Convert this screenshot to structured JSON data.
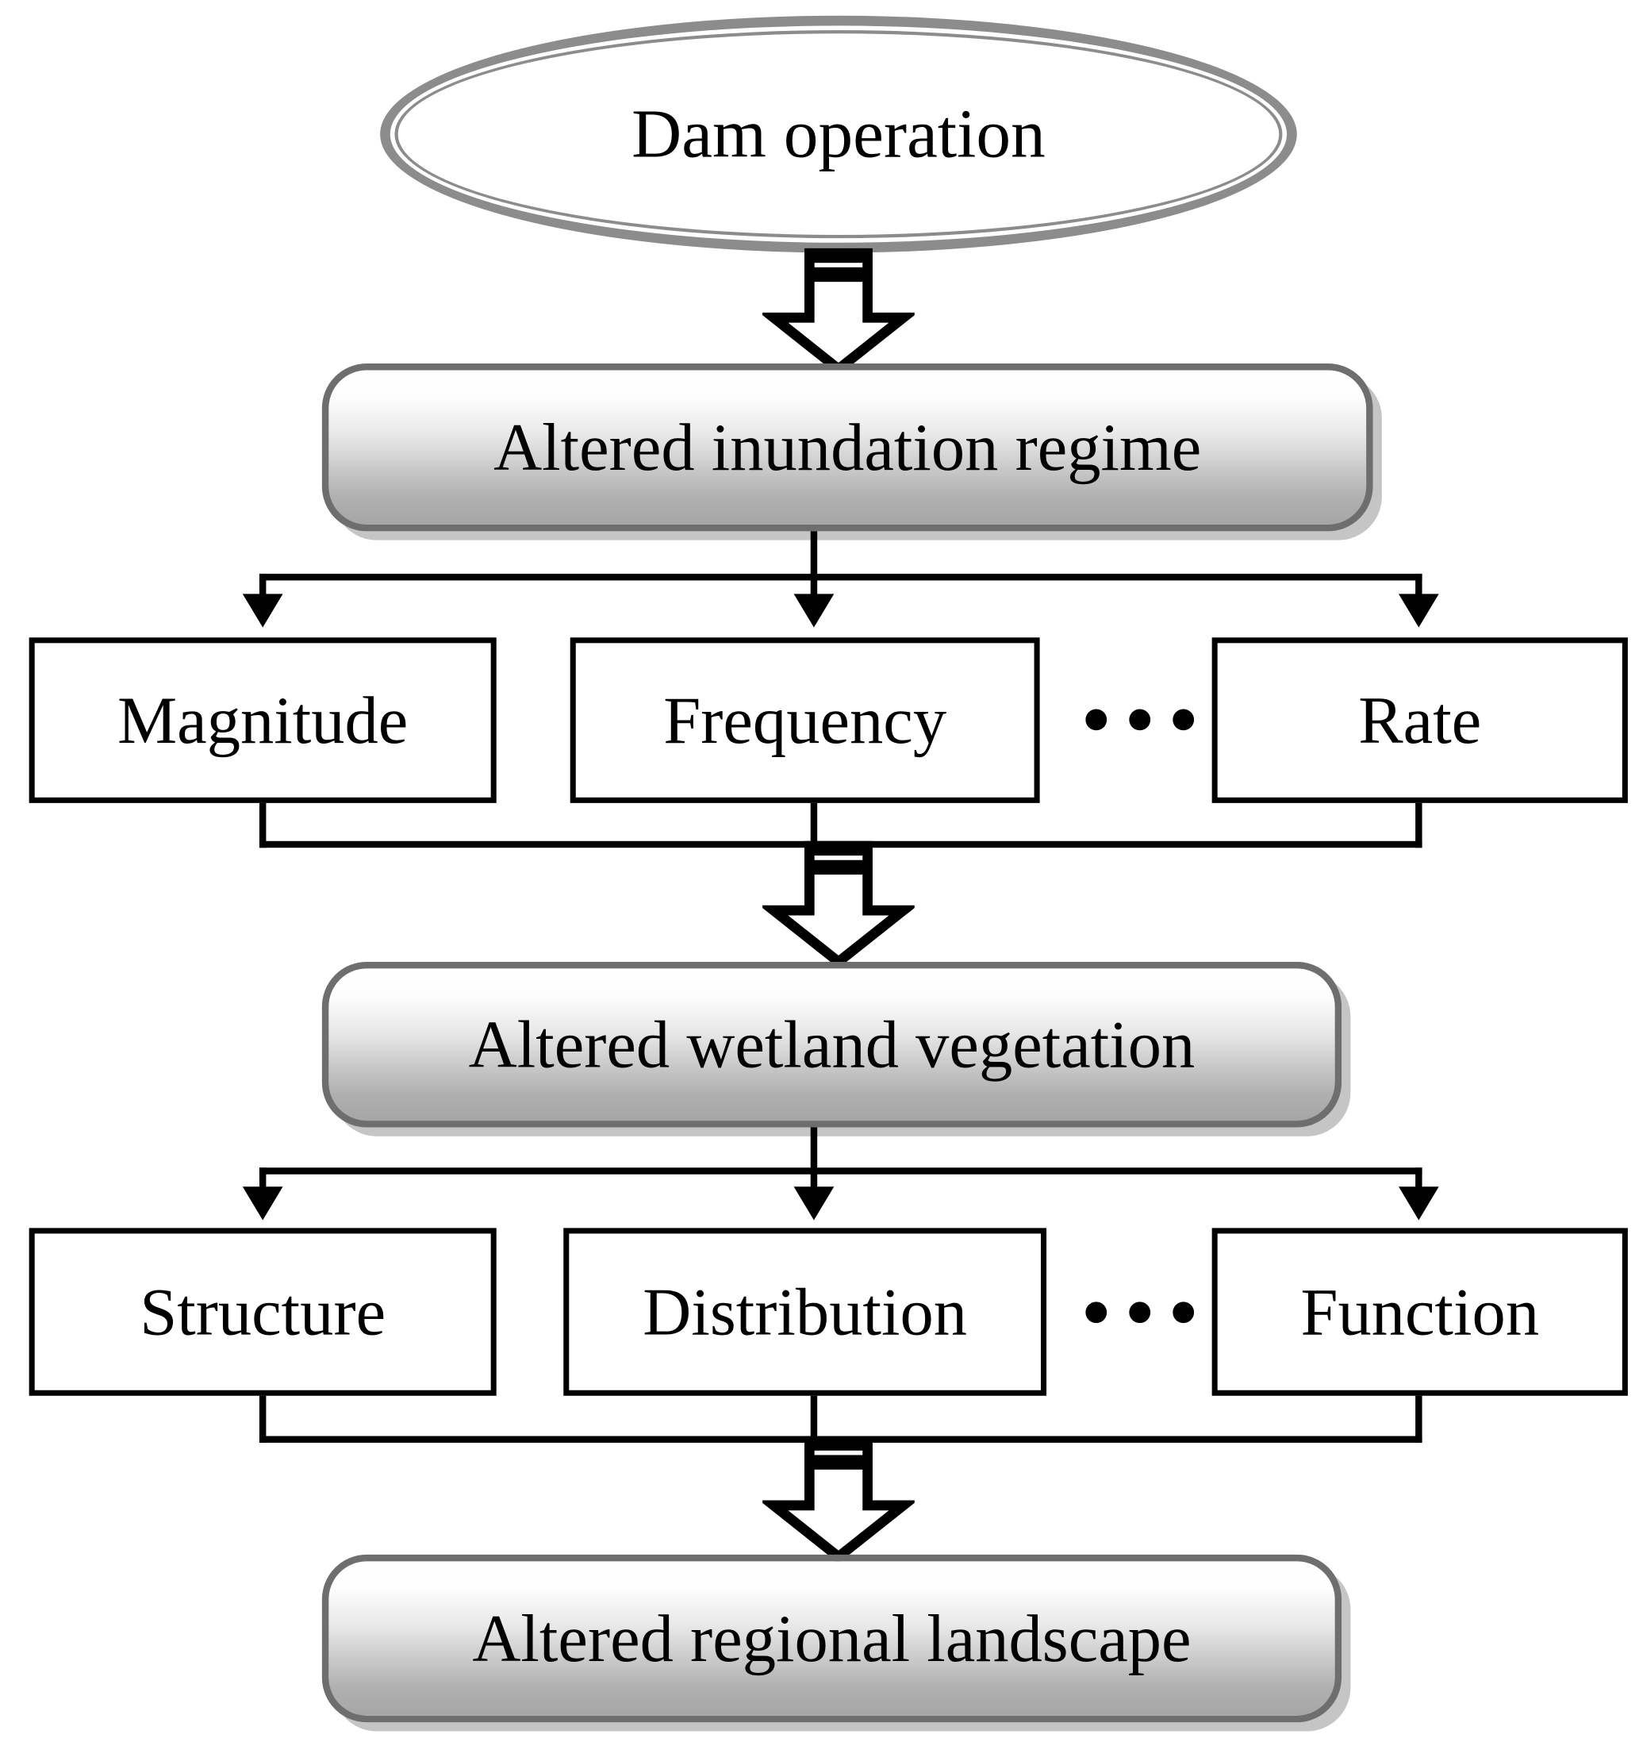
{
  "diagram": {
    "title": "Dam operation impact cascade flowchart",
    "background_color": "#ffffff",
    "text_color": "#000000",
    "accent_gray": "#8c8c8c",
    "box_border_gray": "#6e6e6e",
    "line_color": "#000000"
  },
  "nodes": {
    "start": {
      "label": "Dam operation",
      "shape": "ellipse"
    },
    "stage1": {
      "label": "Altered inundation regime",
      "shape": "rounded-rectangle"
    },
    "stage2": {
      "label": "Altered wetland vegetation",
      "shape": "rounded-rectangle"
    },
    "stage3": {
      "label": "Altered regional landscape",
      "shape": "rounded-rectangle"
    }
  },
  "row1": {
    "items": [
      {
        "label": "Magnitude"
      },
      {
        "label": "Frequency"
      },
      {
        "label": "Rate"
      }
    ],
    "ellipsis": "⋯"
  },
  "row2": {
    "items": [
      {
        "label": "Structure"
      },
      {
        "label": "Distribution"
      },
      {
        "label": "Function"
      }
    ],
    "ellipsis": "⋯"
  },
  "chart_data": {
    "type": "diagram",
    "title": "Dam operation impact cascade flowchart",
    "layers": [
      {
        "level": 0,
        "kind": "ellipse",
        "nodes": [
          "Dam operation"
        ]
      },
      {
        "level": 1,
        "kind": "rounded-rectangle",
        "nodes": [
          "Altered inundation regime"
        ]
      },
      {
        "level": 2,
        "kind": "rectangle",
        "nodes": [
          "Magnitude",
          "Frequency",
          "Rate"
        ],
        "ellipsis_between": [
          1,
          2
        ]
      },
      {
        "level": 3,
        "kind": "rounded-rectangle",
        "nodes": [
          "Altered wetland vegetation"
        ]
      },
      {
        "level": 4,
        "kind": "rectangle",
        "nodes": [
          "Structure",
          "Distribution",
          "Function"
        ],
        "ellipsis_between": [
          1,
          2
        ]
      },
      {
        "level": 5,
        "kind": "rounded-rectangle",
        "nodes": [
          "Altered regional landscape"
        ]
      }
    ],
    "edges": [
      {
        "from": "Dam operation",
        "to": "Altered inundation regime",
        "style": "block-arrow"
      },
      {
        "from": "Altered inundation regime",
        "to": "Magnitude",
        "style": "thin-arrow"
      },
      {
        "from": "Altered inundation regime",
        "to": "Frequency",
        "style": "thin-arrow"
      },
      {
        "from": "Altered inundation regime",
        "to": "Rate",
        "style": "thin-arrow"
      },
      {
        "from": "Magnitude,Frequency,Rate",
        "to": "Altered wetland vegetation",
        "style": "block-arrow"
      },
      {
        "from": "Altered wetland vegetation",
        "to": "Structure",
        "style": "thin-arrow"
      },
      {
        "from": "Altered wetland vegetation",
        "to": "Distribution",
        "style": "thin-arrow"
      },
      {
        "from": "Altered wetland vegetation",
        "to": "Function",
        "style": "thin-arrow"
      },
      {
        "from": "Structure,Distribution,Function",
        "to": "Altered regional landscape",
        "style": "block-arrow"
      }
    ]
  }
}
